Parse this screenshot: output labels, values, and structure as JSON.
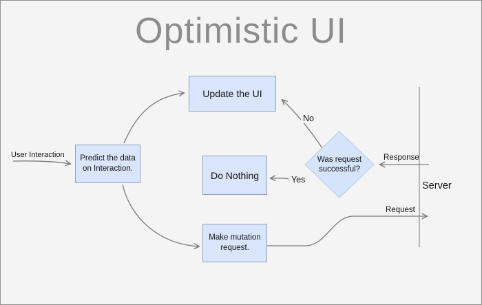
{
  "title": "Optimistic UI",
  "diagram_type": "flowchart",
  "colors": {
    "background": "#f4f4f4",
    "outer_border": "#8f8f8f",
    "node_fill": "#d8e5fa",
    "node_border": "#8da2c4",
    "diamond_fill": "#d5e4fb",
    "diamond_border": "#b5cff2",
    "arrow": "#7a7a7a",
    "server_line": "#8a8a8a",
    "title_color": "#8c8c8c",
    "text": "#161616"
  },
  "nodes": {
    "predict": {
      "label": "Predict the data on Interaction.",
      "shape": "rect"
    },
    "update": {
      "label": "Update the UI",
      "shape": "rect"
    },
    "do_nothing": {
      "label": "Do Nothing",
      "shape": "rect"
    },
    "make_mutation": {
      "label": "Make mutation request.",
      "shape": "rect"
    },
    "decision": {
      "label": "Was request successful?",
      "shape": "diamond"
    }
  },
  "edge_labels": {
    "user_interaction": "User Interaction",
    "no": "No",
    "yes": "Yes",
    "response": "Response",
    "request": "Request",
    "server": "Server"
  },
  "edges": [
    {
      "from": "user",
      "to": "predict",
      "label": "User Interaction"
    },
    {
      "from": "predict",
      "to": "update",
      "label": ""
    },
    {
      "from": "predict",
      "to": "make_mutation",
      "label": ""
    },
    {
      "from": "make_mutation",
      "to": "server",
      "label": "Request"
    },
    {
      "from": "server",
      "to": "decision",
      "label": "Response"
    },
    {
      "from": "decision",
      "to": "update",
      "label": "No"
    },
    {
      "from": "decision",
      "to": "do_nothing",
      "label": "Yes"
    }
  ]
}
